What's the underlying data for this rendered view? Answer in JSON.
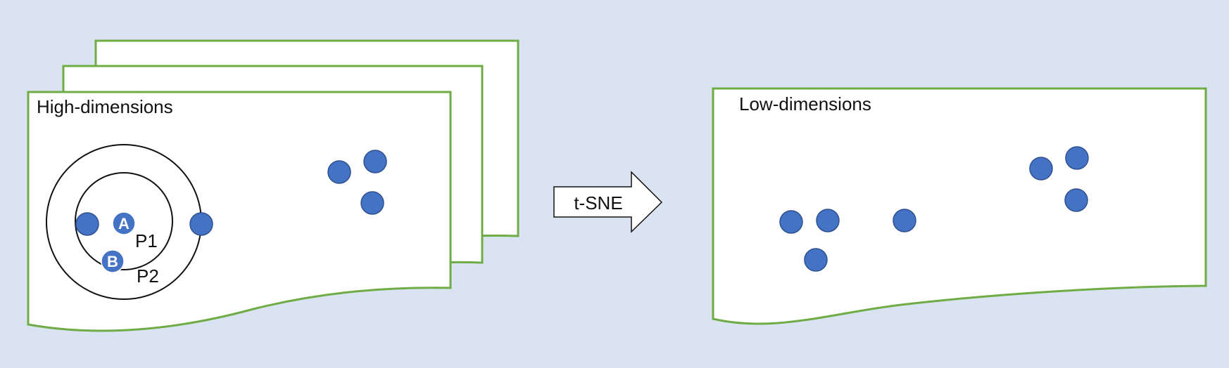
{
  "high_panel": {
    "title": "High-dimensions",
    "point_a_label": "A",
    "point_b_label": "B",
    "ring_inner_label": "P1",
    "ring_outer_label": "P2"
  },
  "arrow": {
    "label": "t-SNE"
  },
  "low_panel": {
    "title": "Low-dimensions"
  },
  "colors": {
    "background": "#dae3f1",
    "panel_border": "#6fac46",
    "point_fill": "#4472c4",
    "point_stroke": "#2f528f"
  }
}
